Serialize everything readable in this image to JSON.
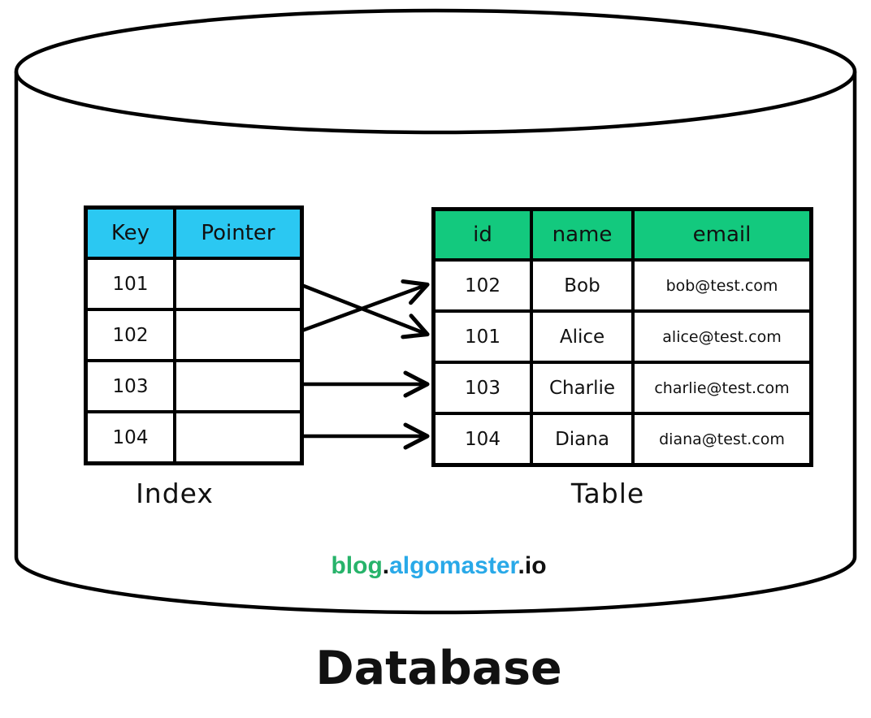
{
  "database": {
    "label": "Database",
    "branding": {
      "segments": [
        {
          "text": "blog",
          "color": "#27B36A"
        },
        {
          "text": ".",
          "color": "#111111"
        },
        {
          "text": "algomaster",
          "color": "#29A9E8"
        },
        {
          "text": ".",
          "color": "#111111"
        },
        {
          "text": "io",
          "color": "#111111"
        }
      ]
    },
    "index_table": {
      "label": "Index",
      "header_color": "#2BC8F2",
      "columns": [
        "Key",
        "Pointer"
      ],
      "rows": [
        {
          "key": "101",
          "pointer": ""
        },
        {
          "key": "102",
          "pointer": ""
        },
        {
          "key": "103",
          "pointer": ""
        },
        {
          "key": "104",
          "pointer": ""
        }
      ]
    },
    "data_table": {
      "label": "Table",
      "header_color": "#13C97E",
      "columns": [
        "id",
        "name",
        "email"
      ],
      "rows": [
        {
          "id": "102",
          "name": "Bob",
          "email": "bob@test.com"
        },
        {
          "id": "101",
          "name": "Alice",
          "email": "alice@test.com"
        },
        {
          "id": "103",
          "name": "Charlie",
          "email": "charlie@test.com"
        },
        {
          "id": "104",
          "name": "Diana",
          "email": "diana@test.com"
        }
      ]
    },
    "mappings": [
      {
        "from_key": "101",
        "to_id": "101"
      },
      {
        "from_key": "102",
        "to_id": "102"
      },
      {
        "from_key": "103",
        "to_id": "103"
      },
      {
        "from_key": "104",
        "to_id": "104"
      }
    ],
    "stroke_color": "#000000"
  }
}
